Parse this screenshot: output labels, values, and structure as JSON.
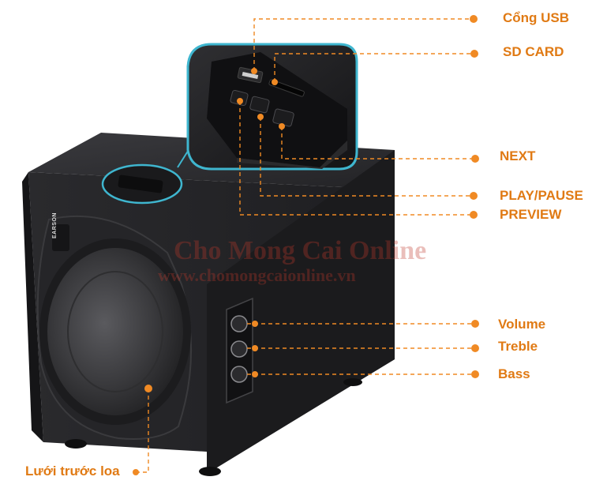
{
  "colors": {
    "accent": "#f08a24",
    "label_text": "#e07a14",
    "speaker_dark": "#1e1e20",
    "speaker_mid": "#2c2c2f",
    "highlight_ring": "#3fb6cf"
  },
  "watermark": {
    "title": "Cho Mong Cai Online",
    "url": "www.chomongcaionline.vn"
  },
  "callouts": [
    {
      "id": "usb-port",
      "text": "Cổng USB"
    },
    {
      "id": "sd-card",
      "text": "SD CARD"
    },
    {
      "id": "next",
      "text": "NEXT"
    },
    {
      "id": "play-pause",
      "text": "PLAY/PAUSE"
    },
    {
      "id": "preview",
      "text": "PREVIEW"
    },
    {
      "id": "volume",
      "text": "Volume"
    },
    {
      "id": "treble",
      "text": "Treble"
    },
    {
      "id": "bass",
      "text": "Bass"
    },
    {
      "id": "front-grille",
      "text": "Lưới trước loa"
    }
  ],
  "brand": {
    "logo_text": "EARSON"
  }
}
